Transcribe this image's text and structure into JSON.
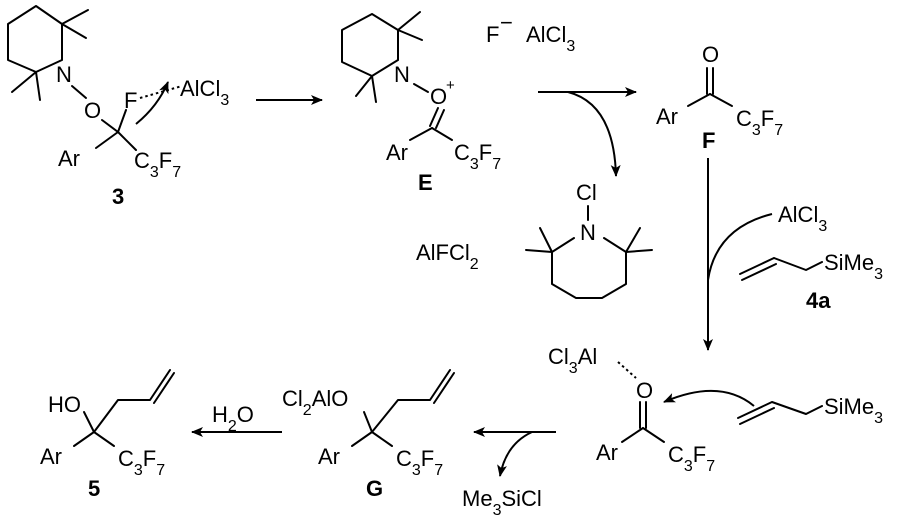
{
  "compounds": {
    "c3": {
      "n_label": "N",
      "o_label": "O",
      "f_label": "F",
      "aryl": "Ar",
      "alcl3": "AlCl3",
      "c3f7": "C3F7",
      "id": "3"
    },
    "cE": {
      "n_label": "N",
      "o_label": "O",
      "charge": "+",
      "aryl": "Ar",
      "c3f7": "C3F7",
      "id": "E"
    },
    "anion": {
      "f_label": "F",
      "minus": "−",
      "alcl3": "AlCl3"
    },
    "cF": {
      "o_label": "O",
      "aryl": "Ar",
      "c3f7": "C3F7",
      "id": "F"
    },
    "byproduct": {
      "cl_label": "Cl",
      "n_label": "N",
      "alfcl2": "AlFCl2"
    },
    "reagent": {
      "alcl3": "AlCl3",
      "sime3": "SiMe3",
      "id": "4a"
    },
    "complex": {
      "cl3al": "Cl3Al",
      "o_label": "O",
      "aryl": "Ar",
      "c3f7": "C3F7",
      "sime3": "SiMe3"
    },
    "cG": {
      "cl2alo": "Cl2AlO",
      "aryl": "Ar",
      "c3f7": "C3F7",
      "id": "G"
    },
    "c5": {
      "ho": "HO",
      "aryl": "Ar",
      "c3f7": "C3F7",
      "id": "5"
    }
  },
  "conditions": {
    "h2o": "H2O",
    "me3sicl": "Me3SiCl"
  }
}
